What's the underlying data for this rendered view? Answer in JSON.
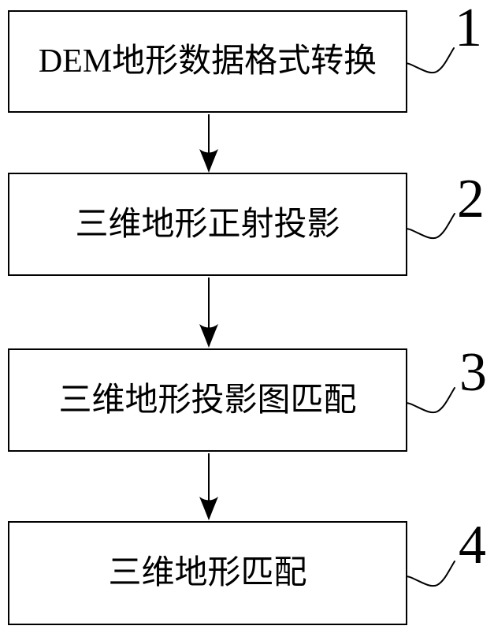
{
  "figure": {
    "type": "flowchart",
    "background_color": "#ffffff",
    "line_color": "#000000",
    "steps": [
      {
        "label": "DEM地形数据格式转换",
        "ref": "1"
      },
      {
        "label": "三维地形正射投影",
        "ref": "2"
      },
      {
        "label": "三维地形投影图匹配",
        "ref": "3"
      },
      {
        "label": "三维地形匹配",
        "ref": "4"
      }
    ]
  }
}
